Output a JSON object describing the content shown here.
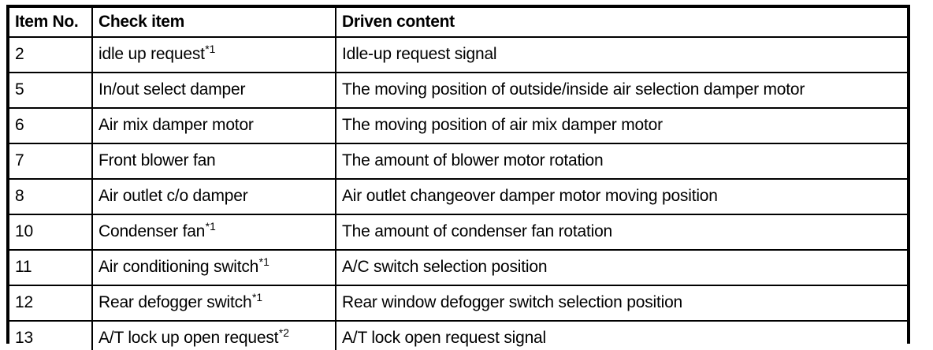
{
  "table": {
    "columns": [
      {
        "key": "item_no",
        "label": "Item No."
      },
      {
        "key": "check_item",
        "label": "Check item"
      },
      {
        "key": "driven_content",
        "label": "Driven content"
      }
    ],
    "rows": [
      {
        "item_no": "2",
        "check_item": "idle up request",
        "check_item_note": "*1",
        "driven_content": "Idle-up request signal"
      },
      {
        "item_no": "5",
        "check_item": "In/out select damper",
        "check_item_note": "",
        "driven_content": "The moving position of outside/inside air selection damper motor"
      },
      {
        "item_no": "6",
        "check_item": "Air mix damper motor",
        "check_item_note": "",
        "driven_content": "The moving position of air mix damper motor"
      },
      {
        "item_no": "7",
        "check_item": "Front blower fan",
        "check_item_note": "",
        "driven_content": "The amount of blower motor rotation"
      },
      {
        "item_no": "8",
        "check_item": "Air outlet c/o damper",
        "check_item_note": "",
        "driven_content": "Air outlet changeover damper motor moving position"
      },
      {
        "item_no": "10",
        "check_item": "Condenser fan",
        "check_item_note": "*1",
        "driven_content": "The amount of condenser fan rotation"
      },
      {
        "item_no": "11",
        "check_item": "Air conditioning switch",
        "check_item_note": "*1",
        "driven_content": "A/C switch selection position"
      },
      {
        "item_no": "12",
        "check_item": "Rear defogger switch",
        "check_item_note": "*1",
        "driven_content": "Rear window defogger switch selection position"
      },
      {
        "item_no": "13",
        "check_item": "A/T lock up open request",
        "check_item_note": "*2",
        "driven_content": "A/T lock open request signal"
      }
    ]
  },
  "colors": {
    "border": "#000000",
    "text": "#000000",
    "background": "#ffffff"
  }
}
